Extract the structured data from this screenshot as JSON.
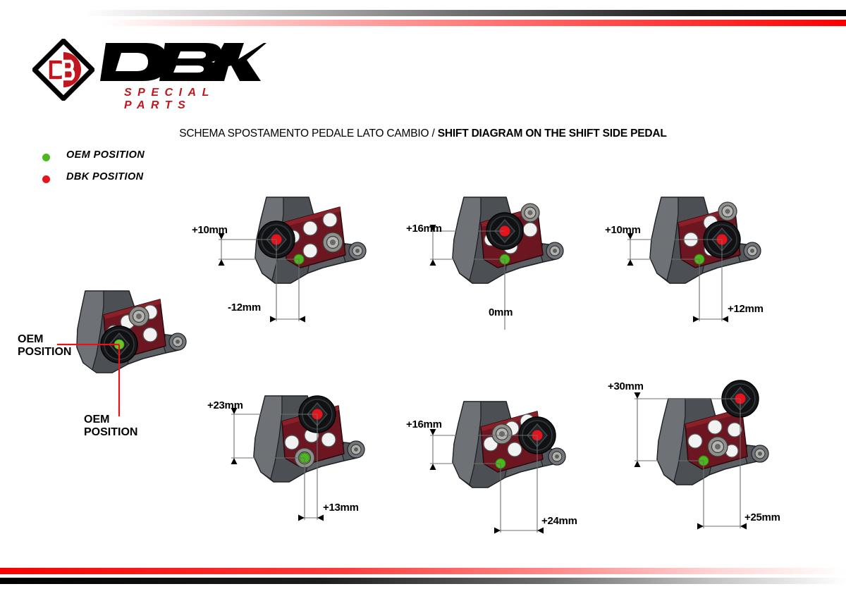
{
  "brand": {
    "name": "DBK",
    "tagline": "SPECIAL PARTS",
    "mark_letters": "DB",
    "red": "#c0161d",
    "black": "#000000"
  },
  "title": {
    "italian": "SCHEMA SPOSTAMENTO PEDALE LATO CAMBIO / ",
    "english": "SHIFT DIAGRAM ON THE SHIFT SIDE PEDAL"
  },
  "legend": {
    "items": [
      {
        "label": "OEM POSITION",
        "color": "#4cb820",
        "icon": "green-dot-icon"
      },
      {
        "label": "DBK  POSITION",
        "color": "#e8131a",
        "icon": "red-dot-icon"
      }
    ]
  },
  "reference": {
    "label_left": {
      "line1": "OEM",
      "line2": "POSITION"
    },
    "label_bottom": {
      "line1": "OEM",
      "line2": "POSITION"
    },
    "leader_color": "#e8131a",
    "oem_dot_color": "#6cc62b"
  },
  "colors": {
    "plate_red": "#6b1620",
    "bracket_grey": "#5c6064",
    "bracket_dark": "#3b3f44",
    "knob_black": "#15171a",
    "bolt_silver": "#9b9b99",
    "hole_white": "#f2f2f2",
    "dim_line": "#6e6e6e",
    "oem_dot": "#4cb820",
    "dbk_dot": "#e8131a"
  },
  "chart_data": {
    "type": "diagram",
    "title": "SHIFT DIAGRAM ON THE SHIFT SIDE PEDAL",
    "units": "mm",
    "reference_point": "OEM POSITION",
    "variants": [
      {
        "id": 1,
        "vertical": "+10mm",
        "horizontal": "-12mm",
        "v_value": 10,
        "h_value": -12
      },
      {
        "id": 2,
        "vertical": "+16mm",
        "horizontal": "0mm",
        "v_value": 16,
        "h_value": 0
      },
      {
        "id": 3,
        "vertical": "+10mm",
        "horizontal": "+12mm",
        "v_value": 10,
        "h_value": 12
      },
      {
        "id": 4,
        "vertical": "+23mm",
        "horizontal": "+13mm",
        "v_value": 23,
        "h_value": 13
      },
      {
        "id": 5,
        "vertical": "+16mm",
        "horizontal": "+24mm",
        "v_value": 16,
        "h_value": 24
      },
      {
        "id": 6,
        "vertical": "+30mm",
        "horizontal": "+25mm",
        "v_value": 30,
        "h_value": 25
      }
    ]
  }
}
